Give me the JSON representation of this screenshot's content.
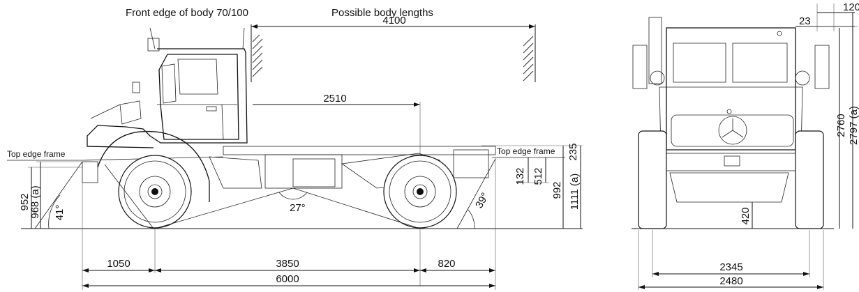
{
  "side_view": {
    "label_front_edge": "Front edge of body 70/100",
    "label_body_lengths": "Possible body lengths",
    "dim_body_length": "4100",
    "dim_2510": "2510",
    "label_top_edge_left": "Top edge frame",
    "label_top_edge_right": "Top edge frame",
    "dim_235": "235",
    "dim_132": "132",
    "dim_512": "512",
    "dim_992": "992",
    "dim_1111a": "1111 (a)",
    "dim_952": "952",
    "dim_968a": "968 (a)",
    "angle_approach": "41°",
    "angle_ramp": "27°",
    "angle_departure": "39°",
    "dim_front_overhang": "1050",
    "dim_wheelbase": "3850",
    "dim_rear_overhang": "820",
    "dim_overall_length": "6000"
  },
  "front_view": {
    "dim_120": "120",
    "dim_23": "23",
    "dim_2760": "2760",
    "dim_2797a": "2797 (a)",
    "dim_420": "420",
    "dim_track": "2345",
    "dim_overall_width": "2480"
  }
}
